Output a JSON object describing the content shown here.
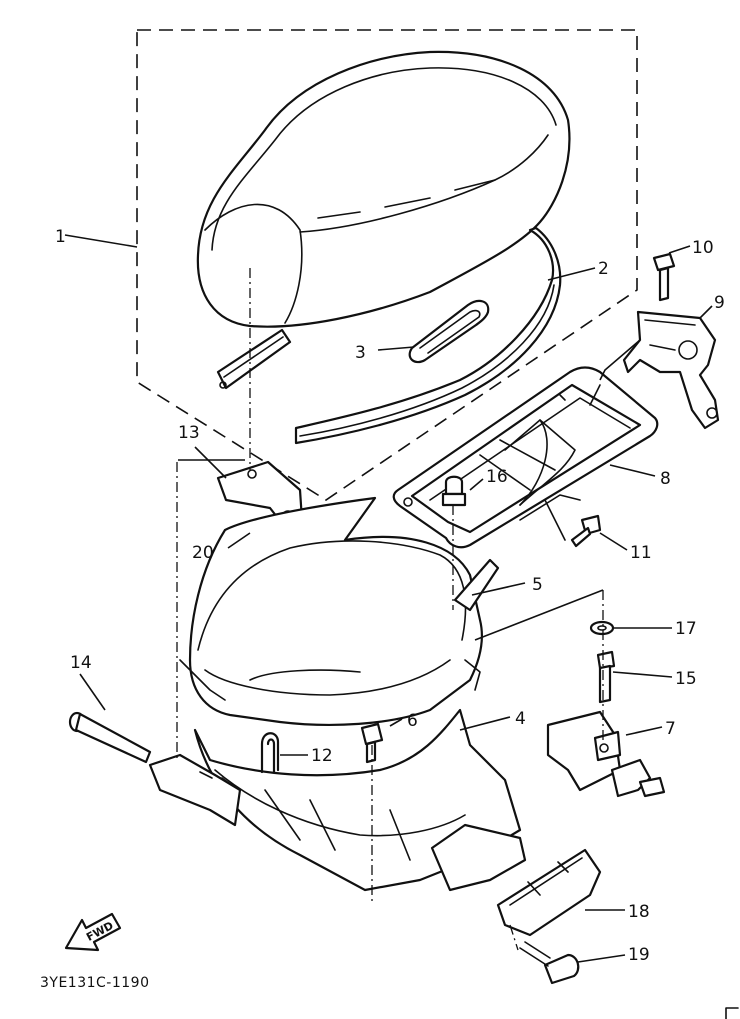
{
  "diagram": {
    "drawing_code": "3YE131C-1190",
    "direction_label": "FWD",
    "callouts": [
      {
        "id": "1",
        "label": "1"
      },
      {
        "id": "2",
        "label": "2"
      },
      {
        "id": "3",
        "label": "3"
      },
      {
        "id": "4",
        "label": "4"
      },
      {
        "id": "5",
        "label": "5"
      },
      {
        "id": "6",
        "label": "6"
      },
      {
        "id": "7",
        "label": "7"
      },
      {
        "id": "8",
        "label": "8"
      },
      {
        "id": "9",
        "label": "9"
      },
      {
        "id": "10",
        "label": "10"
      },
      {
        "id": "11",
        "label": "11"
      },
      {
        "id": "12",
        "label": "12"
      },
      {
        "id": "13",
        "label": "13"
      },
      {
        "id": "14",
        "label": "14"
      },
      {
        "id": "15",
        "label": "15"
      },
      {
        "id": "16",
        "label": "16"
      },
      {
        "id": "17",
        "label": "17"
      },
      {
        "id": "18",
        "label": "18"
      },
      {
        "id": "19",
        "label": "19"
      },
      {
        "id": "20",
        "label": "20"
      }
    ]
  }
}
